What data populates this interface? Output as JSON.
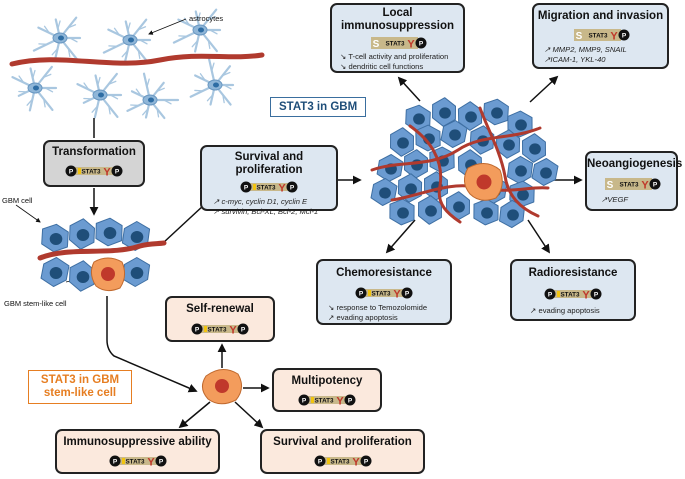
{
  "labels": {
    "astrocytes": "astrocytes",
    "gbm_cell": "GBM cell",
    "gbm_stem_cell": "GBM stem-like cell"
  },
  "headings": {
    "stat3_gbm": "STAT3 in GBM",
    "stat3_stem_line1": "STAT3 in GBM",
    "stat3_stem_line2": "stem-like cell"
  },
  "badge": {
    "p": "P",
    "s": "S",
    "stat3": "STAT3",
    "y": "Y"
  },
  "boxes": {
    "transformation": {
      "title": "Transformation"
    },
    "survival_prolif": {
      "title": "Survival and proliferation",
      "lines": [
        "↗ c-myc, cyclin D1, cyclin E",
        "↗ survivin, Bcl-XL, Bcl-2, Mcl-1"
      ]
    },
    "local_immuno": {
      "title_line1": "Local",
      "title_line2": "immunosuppression",
      "lines": [
        "↘ T-cell activity and proliferation",
        "↘ dendritic cell functions"
      ]
    },
    "migration": {
      "title": "Migration and invasion",
      "lines": [
        "↗ MMP2, MMP9, SNAIL",
        "↗ICAM-1, YKL-40"
      ]
    },
    "neoangio": {
      "title": "Neoangiogenesis",
      "lines": [
        "↗VEGF"
      ]
    },
    "chemo": {
      "title": "Chemoresistance",
      "lines": [
        "↘ response to Temozolomide",
        "↗ evading apoptosis"
      ]
    },
    "radio": {
      "title": "Radioresistance",
      "lines": [
        "↗ evading apoptosis"
      ]
    },
    "self_renewal": {
      "title": "Self-renewal"
    },
    "multipotency": {
      "title": "Multipotency"
    },
    "immuno_ability": {
      "title": "Immunosuppressive ability"
    },
    "survival_prolif2": {
      "title": "Survival and proliferation"
    }
  },
  "colors": {
    "blue_box": "#dde7f1",
    "peach_box": "#fbe9dd",
    "grey_box": "#d4d4d4",
    "cell_fill": "#6b9bd1",
    "nucleus": "#1f4e79",
    "vessel": "#b03a2e",
    "stem_cell": "#f39c5c",
    "stem_nucleus": "#c0392b",
    "stat3_badge": "#c8b88a"
  }
}
